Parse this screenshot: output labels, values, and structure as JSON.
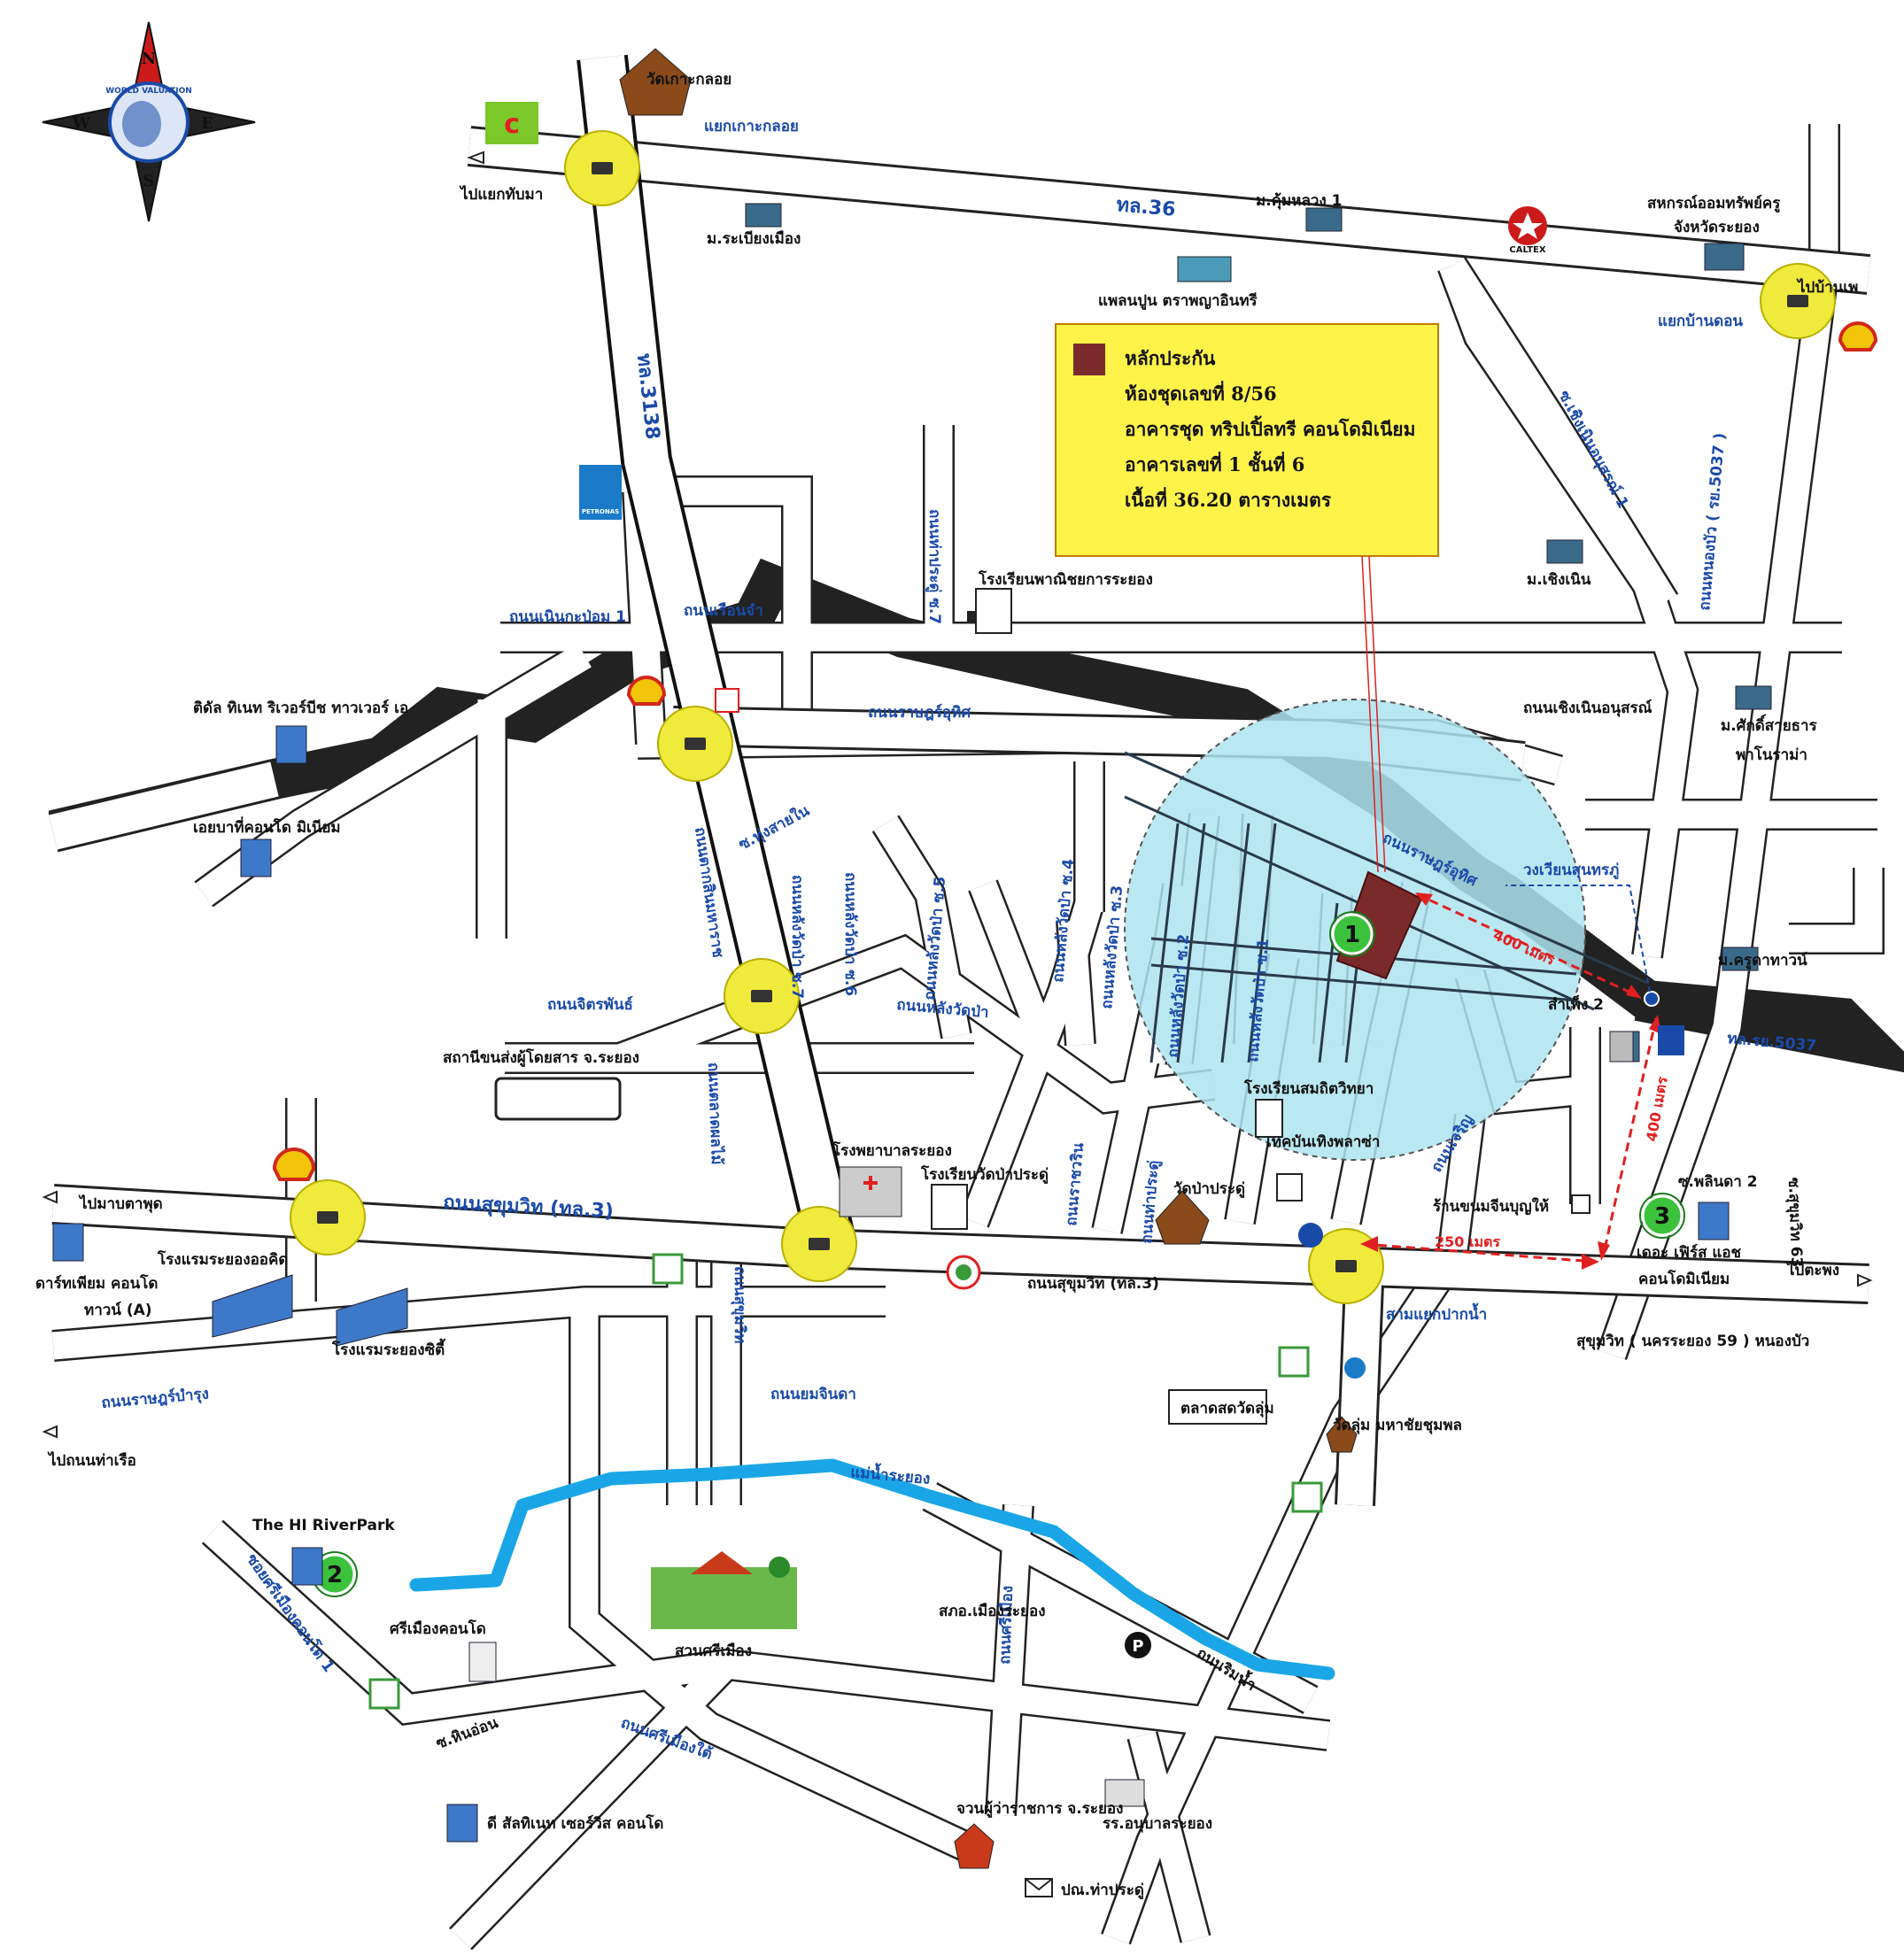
{
  "compass": {
    "n": "N",
    "e": "E",
    "s": "S",
    "w": "W",
    "ring_text": "WORLD VALUATION"
  },
  "legend": {
    "title": "หลักประกัน",
    "line1": "ห้องชุดเลขที่ 8/56",
    "line2": "อาคารชุด ทริปเปิ้ลทรี คอนโดมิเนียม",
    "line3": "อาคารเลขที่ 1  ชั้นที่ 6",
    "line4": "เนื้อที่  36.20 ตารางเมตร"
  },
  "markers": {
    "m1": "1",
    "m2": "2",
    "m3": "3"
  },
  "distances": {
    "d1": "400 เมตร",
    "d2": "400 เมตร",
    "d3": "250 เมตร"
  },
  "brands": {
    "caltex": "CALTEX",
    "petronas": "PETRONAS"
  },
  "roads": {
    "r36": "ทล.36",
    "r3138": "ทล.3138",
    "sukhumvit_big": "ถนนสุขุมวิท (ทล.3)",
    "sukhumvit_small": "ถนนสุขุมวิท (ทล.3)",
    "rayong5037_v": "ถนนหนองบัว ( รย.5037 )",
    "rayong5037_h": "ทล.รย.5037",
    "noen_kapom": "ถนนเนินกะป่อม 1",
    "ruan_cham": "ถนนเรือนจำ",
    "ratsadon_1": "ถนนราษฎร์อุทิศ",
    "ratsadon_2": "ถนนราษฎร์อุทิศ",
    "choeng_noen": "ถนนเชิงเนินอนุสรณ์",
    "soi_choeng": "ซ.เชิงเนินอนุสรณ์ 1",
    "tha_pradu_soi": "ถนนท่าประดู่ ซ.7",
    "chit_pan": "ถนนจิตรพันธ์",
    "lang_wat": "ถนนหลังวัดป่า",
    "tak_sin": "ถนนตากสินมหาราช",
    "soi_thung": "ซ.ทุ่งสายใน",
    "lang_wat7": "ถนนหลังวัดป่า ซ.7",
    "lang_wat6": "ถนนหลังวัดป่า ซ.6",
    "lang_wat5": "ถนนหลังวัดป่า ซ.5",
    "lang_wat4": "ถนนหลังวัดป่า ซ.4",
    "lang_wat3": "ถนนหลังวัดป่า ซ.3",
    "lang_wat2": "ถนนหลังวัดป่า ซ.2",
    "lang_wat1": "ถนนหลังวัดป่า ซ.1",
    "ratcha_wari": "ถนนราชวริน",
    "tha_pradu": "ถนนท่าประดู่",
    "chu_ket": "ถนนเจริญ",
    "mahannop": "ถนนตลาดผลไม้",
    "chomdri": "ถนนยมจินดา",
    "ratsadon_bamrung": "ถนนราษฎร์บำรุง",
    "tak_sin_2": "ถนนสุขุมวิท",
    "soi_sri_muang": "ซอยศรีเมืองคอนโด 1",
    "sri_muang_tai": "ถนนศรีเมืองใต้",
    "sri_muang": "ถนนศรีเมือง",
    "rim_nam": "ถนนริมน้ำ",
    "soi_hin_on": "ซ.หินอ่อน",
    "soi_phli": "ซ.พลินดา 2",
    "soi_sukhumvit63": "ซ.สุขุมวิท 63",
    "nong_bua_label": "สุขุมวิท ( นครระยอง 59 ) หนองบัว",
    "river": "แม่น้ำระยอง"
  },
  "directions": {
    "to_thap_ma": "ไปแยกทับมา",
    "to_ban_phe": "ไปบ้านเพ",
    "to_map_ta_phut": "ไปมาบตาพุด",
    "to_tha_rua": "ไปถนนท่าเรือ",
    "to_pa_kha": "ไปตะพง"
  },
  "junctions": {
    "ko_kloi": "แยกเกาะกลอย",
    "ban_don": "แยกบ้านดอน",
    "pak_nam": "สามแยกปากน้ำ",
    "wongwian": "วงเวียนสุนทรภู่"
  },
  "places": {
    "wat_ko_kloi": "วัดเกาะกลอย",
    "raboeng_muang": "ม.ระเบียงเมือง",
    "khum_luang": "ม.คุ้มหลวง 1",
    "coop": "สหกรณ์ออมทรัพย์ครู",
    "coop2": "จังหวัดระยอง",
    "plant": "แพลนปูน ตราพญาอินทรี",
    "school_commerce": "โรงเรียนพาณิชยการระยอง",
    "m_choeng": "ม.เชิงเนิน",
    "tidal": "ติดัล ทิเนท ริเวอร์บีช ทาวเวอร์ เอ",
    "ebb": "เอยบาที่คอนโด มิเนียม",
    "m_saksit": "ม.ศักดิ์สายธาร",
    "m_saksit2": "พาโนราม่า",
    "m_kru": "ม.ครูดาทาวน์",
    "samphong": "สำเพ็ง 2",
    "bus": "สถานีขนส่งผู้โดยสาร จ.ระยอง",
    "somnuk": "โรงเรียนสมถิตวิทยา",
    "tech": "เทคบันเทิงพลาซ่า",
    "hospital": "โรงพยาบาลระยอง",
    "school_wat": "โรงเรียนวัดป่าประดู่",
    "wat_pa": "วัดป่าประดู่",
    "khanom": "ร้านขนมจีนบุญให้",
    "first_condo1": "เดอะ เฟิร์ส แอช",
    "first_condo2": "คอนโดมิเนียม",
    "hotel_rayong": "โรงแรมระยองออคิด",
    "hotel_city": "โรงแรมระยองซิตี้",
    "dark_condo1": "ดาร์ทเพียม คอนโด",
    "dark_condo2": "ทาวน์ (A)",
    "market": "ตลาดสดวัดลุ่ม",
    "wat_lum": "วัดลุ่ม มหาชัยชุมพล",
    "hi_river": "The HI RiverPark",
    "sri_condo": "ศรีเมืองคอนโด",
    "park": "สวนศรีเมือง",
    "police": "สภอ.เมืองระยอง",
    "hospital_ward": "รร.อนุบาลระยอง",
    "governor": "จวนผู้ว่าราชการ จ.ระยอง",
    "post": "ปณ.ท่าประดู่",
    "dl_condo": "ดี สัลทิเนท เซอร์วิส คอนโด"
  },
  "colors": {
    "circle": "#aee4f0",
    "legend_bg": "#fff34a",
    "junction": "#f0ea3c",
    "river": "#1aa6e6",
    "marker": "#3cc23c",
    "property": "#7a2a2a"
  }
}
